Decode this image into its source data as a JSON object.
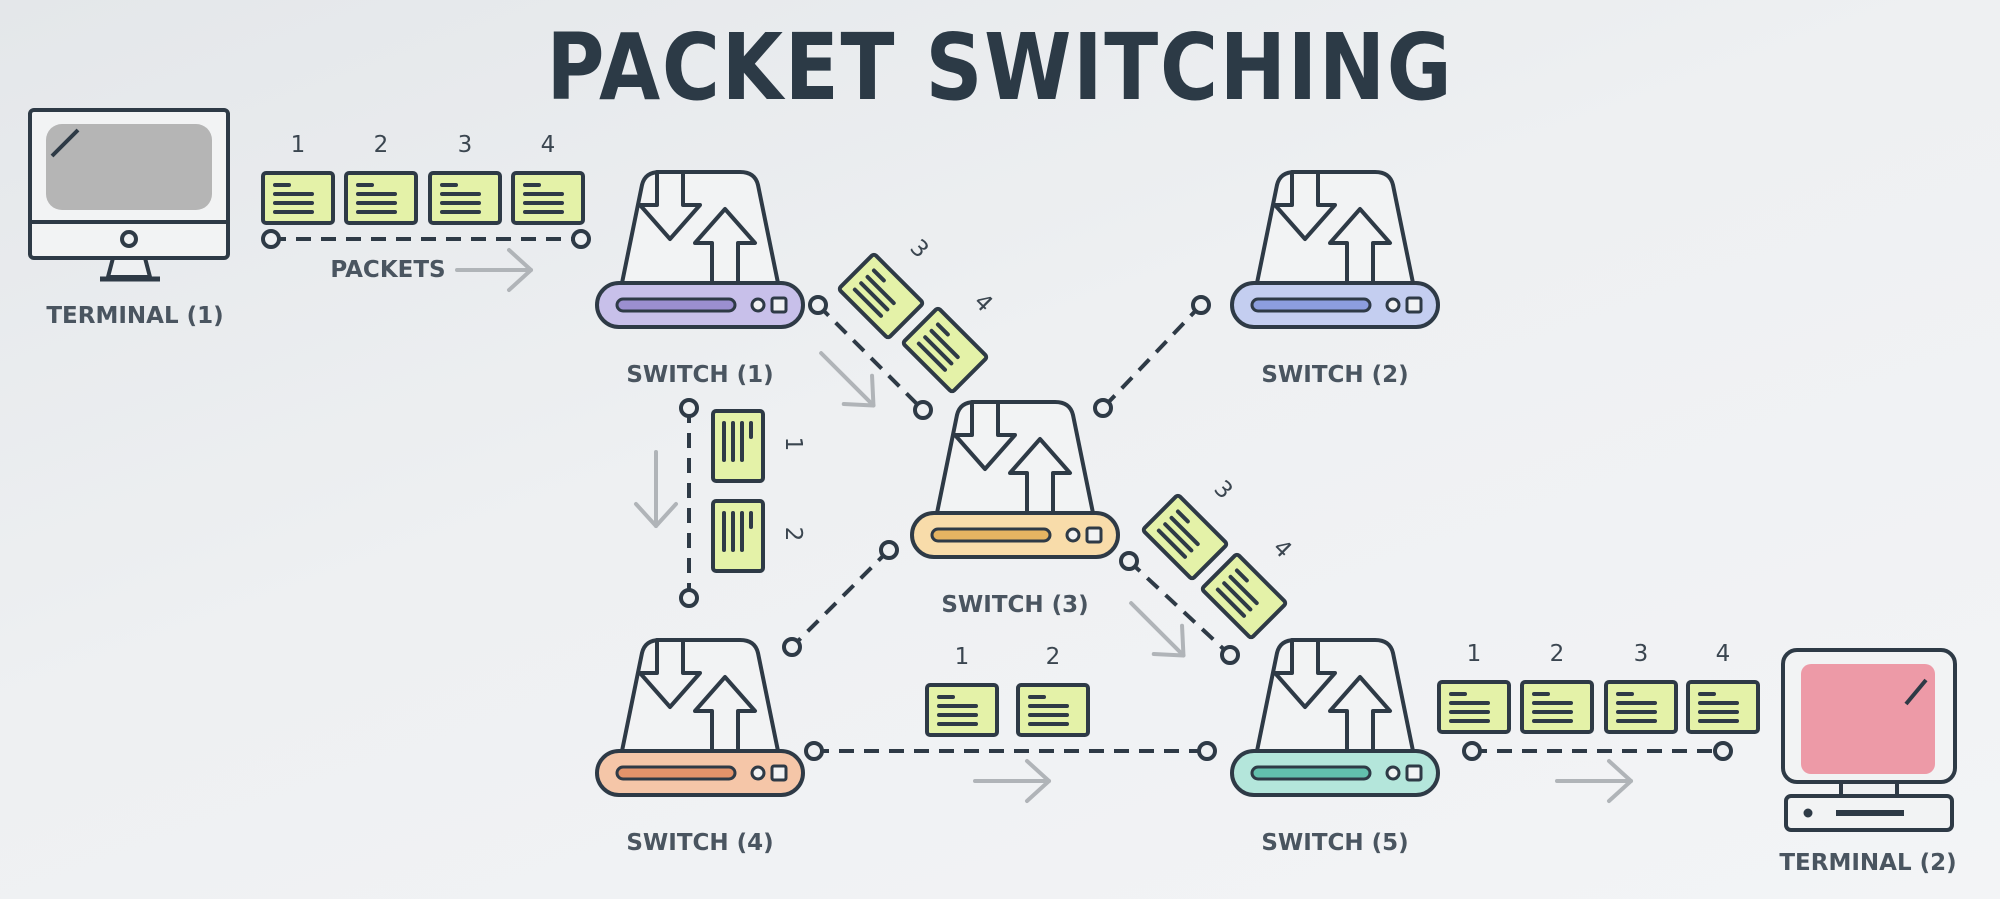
{
  "title": "PACKET SWITCHING",
  "packets_label": "PACKETS",
  "terminals": [
    {
      "id": "t1",
      "label": "TERMINAL (1)",
      "screen_color": "#b5b5b5"
    },
    {
      "id": "t2",
      "label": "TERMINAL (2)",
      "screen_color": "#ed9aa7"
    }
  ],
  "switches": [
    {
      "id": "s1",
      "label": "SWITCH (1)",
      "bar_color": "#c8c0ea",
      "slot_color": "#9b8fd0"
    },
    {
      "id": "s2",
      "label": "SWITCH (2)",
      "bar_color": "#c4cef0",
      "slot_color": "#8c9ede"
    },
    {
      "id": "s3",
      "label": "SWITCH (3)",
      "bar_color": "#f8dcaa",
      "slot_color": "#e5b462"
    },
    {
      "id": "s4",
      "label": "SWITCH (4)",
      "bar_color": "#f5c6a8",
      "slot_color": "#e3936a"
    },
    {
      "id": "s5",
      "label": "SWITCH (5)",
      "bar_color": "#b4e6db",
      "slot_color": "#62c0ad"
    }
  ],
  "packet_groups": [
    {
      "id": "g-t1-s1",
      "numbers": [
        "1",
        "2",
        "3",
        "4"
      ]
    },
    {
      "id": "g-s1-s3",
      "numbers": [
        "3",
        "4"
      ]
    },
    {
      "id": "g-s1-s4",
      "numbers": [
        "1",
        "2"
      ]
    },
    {
      "id": "g-s3-s5",
      "numbers": [
        "3",
        "4"
      ]
    },
    {
      "id": "g-s4-s5",
      "numbers": [
        "1",
        "2"
      ]
    },
    {
      "id": "g-s5-t2",
      "numbers": [
        "1",
        "2",
        "3",
        "4"
      ]
    }
  ],
  "colors": {
    "outline": "#2e3a46",
    "packet_fill": "#e4f2a8",
    "arrow": "#b0b4b8",
    "label": "#4a5560"
  }
}
